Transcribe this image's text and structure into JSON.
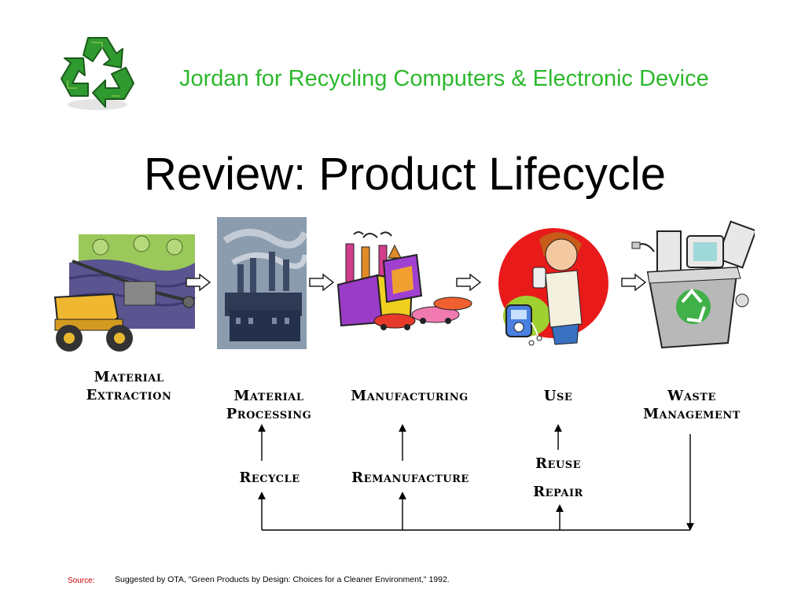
{
  "header": {
    "org_title": "Jordan for Recycling Computers & Electronic Device",
    "slide_title": "Review: Product Lifecycle"
  },
  "stages": [
    {
      "label": "Material\nExtraction",
      "icon": "mining-truck-icon"
    },
    {
      "label": "Material\nProcessing",
      "icon": "factory-smokestacks-icon"
    },
    {
      "label": "Manufacturing",
      "icon": "manufacturing-plant-icon"
    },
    {
      "label": "Use",
      "icon": "person-with-music-player-icon"
    },
    {
      "label": "Waste\nManagement",
      "icon": "electronics-recycling-bin-icon"
    }
  ],
  "loops": {
    "recycle": "Recycle",
    "remanufacture": "Remanufacture",
    "reuse": "Reuse",
    "repair": "Repair"
  },
  "footer": {
    "source_label": "Source:",
    "source_text": "Suggested by OTA, \"Green Products by Design: Choices for a Cleaner Environment,\" 1992."
  },
  "colors": {
    "title_green": "#2db82d",
    "source_red": "#cc0000"
  }
}
